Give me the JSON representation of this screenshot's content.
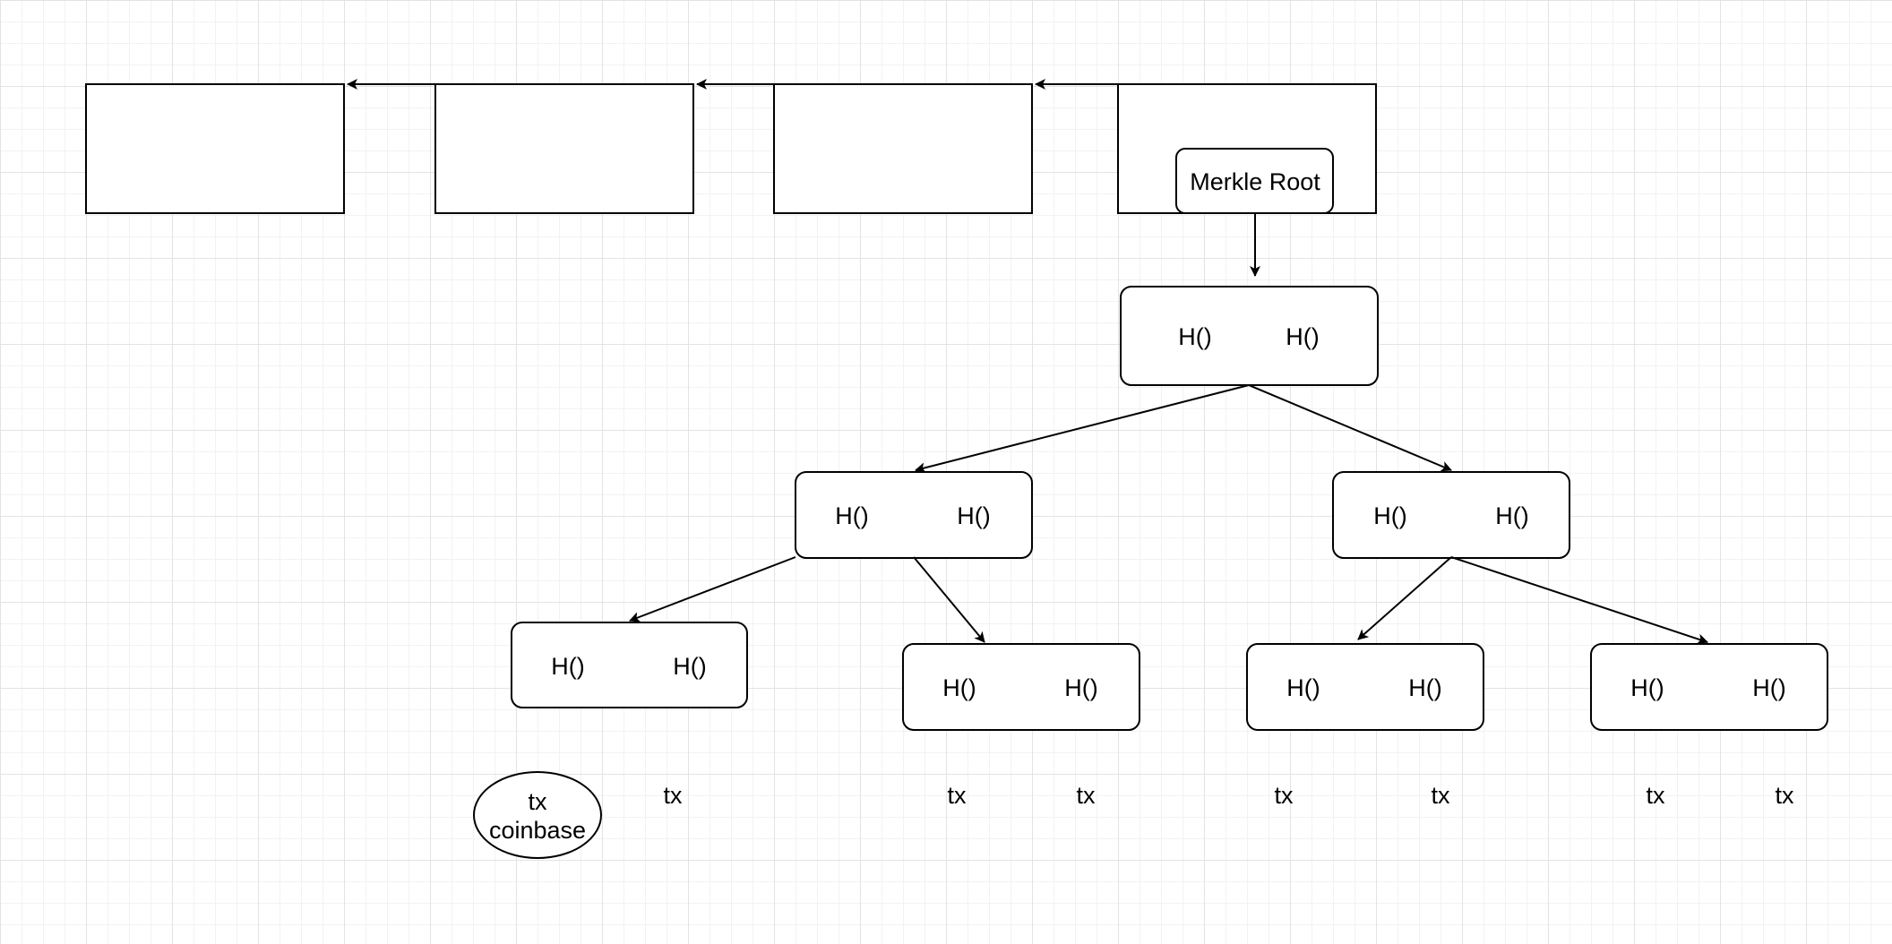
{
  "diagram": {
    "merkle_root_label": "Merkle Root",
    "hash_label": "H()",
    "tx_label": "tx",
    "coinbase_label": "tx\ncoinbase"
  }
}
